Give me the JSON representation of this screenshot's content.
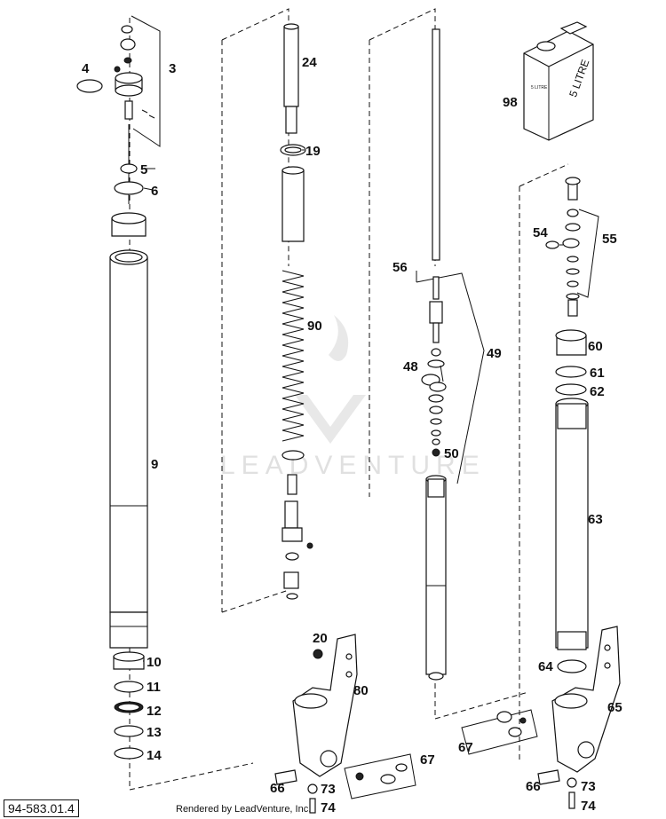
{
  "diagram": {
    "reference_code": "94-583.01.4",
    "footer_text": "Rendered by LeadVenture, Inc.",
    "watermark_text": "LEADVENTURE",
    "oil_can_text": "5 LITRE",
    "oil_can_small_text": "5 LITRE",
    "part_labels": [
      "3",
      "4",
      "5",
      "6",
      "9",
      "10",
      "11",
      "12",
      "13",
      "14",
      "19",
      "20",
      "24",
      "48",
      "49",
      "50",
      "54",
      "55",
      "56",
      "60",
      "61",
      "62",
      "63",
      "64",
      "65",
      "66",
      "66",
      "67",
      "67",
      "73",
      "73",
      "74",
      "74",
      "80",
      "90",
      "98"
    ]
  }
}
